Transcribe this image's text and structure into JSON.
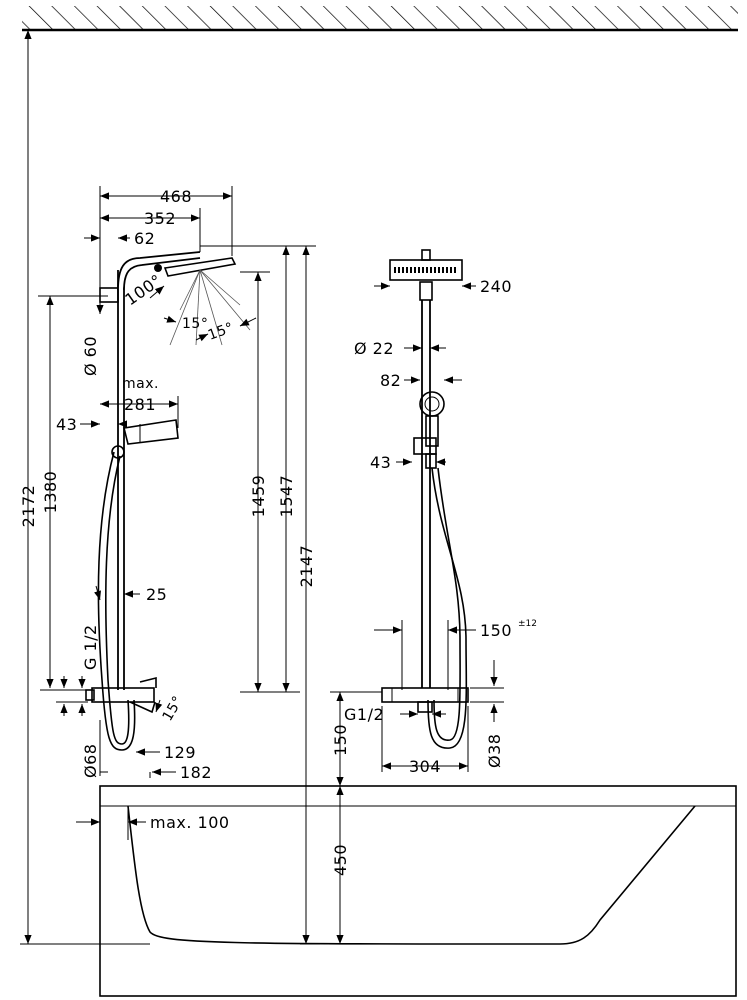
{
  "left_view": {
    "width_total": "468",
    "width_arm": "352",
    "offset_head": "62",
    "pipe_diameter": "Ø 60",
    "head_angle": "100°",
    "spray_angle_1": "15°",
    "spray_angle_2": "15°",
    "max_label": "max.",
    "hand_reach": "281",
    "wall_offset": "43",
    "height_1380": "1380",
    "height_1459": "1459",
    "height_1547": "1547",
    "height_2147": "2147",
    "height_2172": "2172",
    "connection": "G 1/2",
    "dim_25": "25",
    "spout_angle": "15°",
    "dim_129": "129",
    "dim_68": "Ø68",
    "dim_182": "182"
  },
  "right_view": {
    "head_size": "240",
    "pipe_22": "Ø 22",
    "hand_82": "82",
    "wall_43": "43",
    "spread": "150",
    "spread_tol": "±12",
    "connection": "G1/2",
    "dim_38": "Ø38",
    "dim_304": "304",
    "dim_150": "150"
  },
  "bathtub": {
    "max_label": "max. 100",
    "height_450": "450"
  }
}
